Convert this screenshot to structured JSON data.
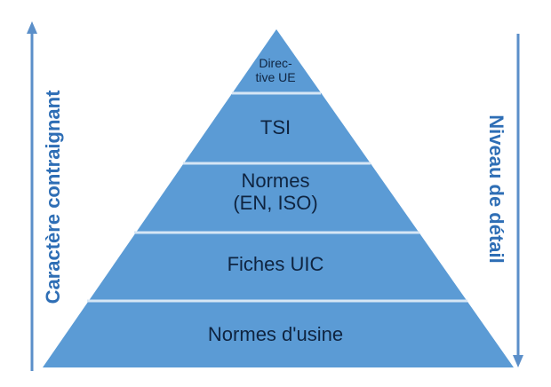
{
  "diagram": {
    "type": "pyramid",
    "colors": {
      "fill": "#5b9bd5",
      "divider": "#d6e6f5",
      "text": "#0f2440",
      "axis": "#2e6eb5"
    },
    "levels": [
      {
        "label": "Directive UE",
        "display": "Direc-\ntive UE"
      },
      {
        "label": "TSI",
        "display": "TSI"
      },
      {
        "label": "Normes (EN, ISO)",
        "display": "Normes\n(EN, ISO)"
      },
      {
        "label": "Fiches UIC",
        "display": "Fiches UIC"
      },
      {
        "label": "Normes d'usine",
        "display": "Normes d'usine"
      }
    ],
    "left_axis": {
      "label": "Caractère contraignant",
      "direction": "up"
    },
    "right_axis": {
      "label": "Niveau de détail",
      "direction": "down"
    }
  }
}
